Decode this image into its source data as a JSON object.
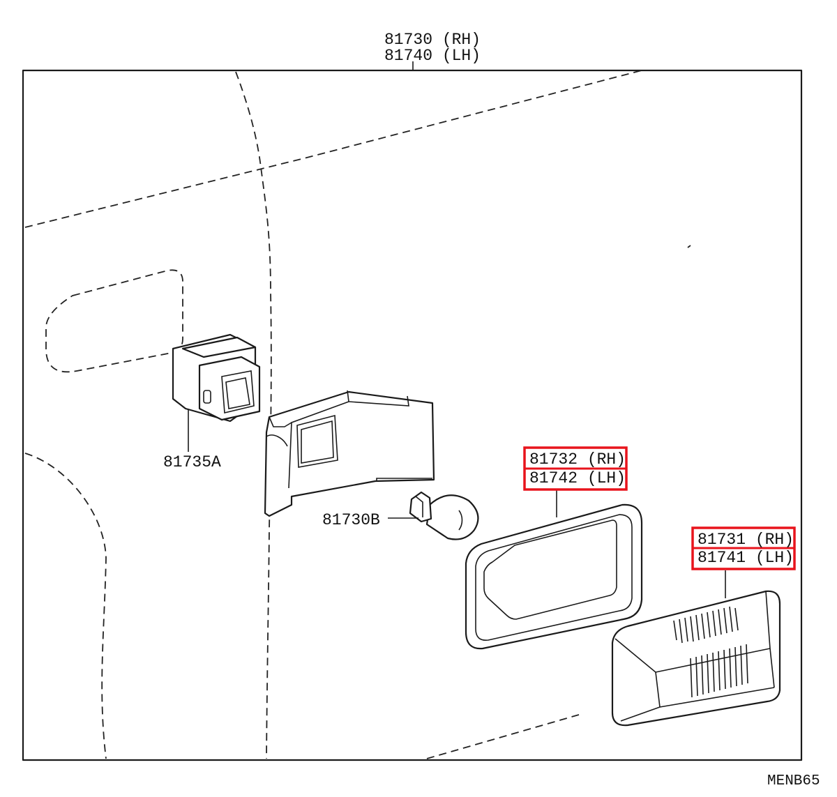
{
  "diagram": {
    "labels": {
      "top_rh": "81730 (RH)",
      "top_lh": "81740 (LH)",
      "socket": "81735A",
      "bulb": "81730B",
      "gasket_rh": "81732 (RH)",
      "gasket_lh": "81742 (LH)",
      "lens_rh": "81731 (RH)",
      "lens_lh": "81741 (LH)",
      "corner_code": "MENB65"
    },
    "highlight_color": "#e8141c",
    "line_color": "#1a1a1a"
  }
}
